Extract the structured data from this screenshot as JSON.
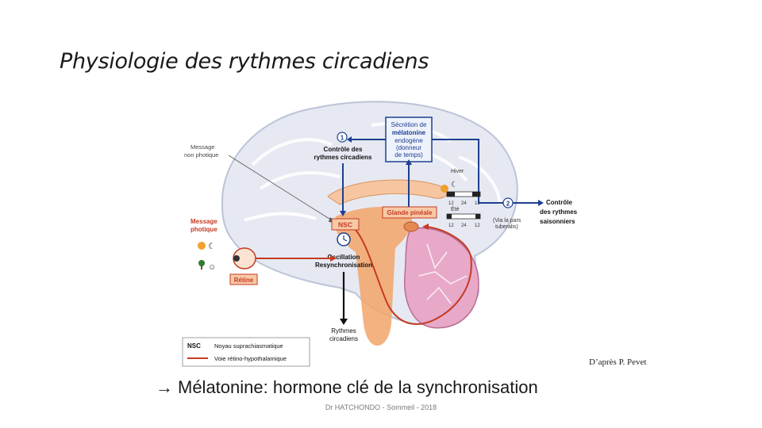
{
  "slide": {
    "title": "Physiologie des rythmes circadiens",
    "credit": "D’après P. Pevet",
    "bullet_arrow": "→",
    "bullet_text": "Mélatonine: hormone clé de la synchronisation",
    "footer": "Dr HATCHONDO - Sommeil - 2018"
  },
  "diagram": {
    "secretion_box": [
      "Sécrétion de",
      "mélatonine",
      "endogène",
      "(donneur",
      "de temps)"
    ],
    "marker_1": "1",
    "marker_2": "2",
    "controle_circadiens": [
      "Contrôle des",
      "rythmes circadiens"
    ],
    "message_non_photique": [
      "Message",
      "non photique"
    ],
    "message_photique": [
      "Message",
      "photique"
    ],
    "hiver": "Hiver",
    "ete": "Été",
    "glande_pineale": "Glande pinéale",
    "nsc": "NSC",
    "oscillation": [
      "Oscillation",
      "Resynchronisation"
    ],
    "retine": "Rétine",
    "via_pars": [
      "(Via la pars",
      "tuberalis)"
    ],
    "controle_saisonniers": [
      "Contrôle",
      "des rythmes",
      "saisonniers"
    ],
    "rythmes_circadiens": [
      "Rythmes",
      "circadiens"
    ],
    "tick_labels_top": [
      "12",
      "24",
      "12"
    ],
    "tick_labels_bottom": [
      "12",
      "24",
      "12"
    ],
    "legend": {
      "nsc_key": "NSC",
      "nsc_def": "Noyau suprachiasmatique",
      "voie_def": "Voie rétino-hypothalamique"
    },
    "colors": {
      "blue": "#1d3f8f",
      "red": "#c53a22",
      "orange": "#f2a56a",
      "pink": "#e8a9c9",
      "brain": "#e6e9f2"
    }
  }
}
